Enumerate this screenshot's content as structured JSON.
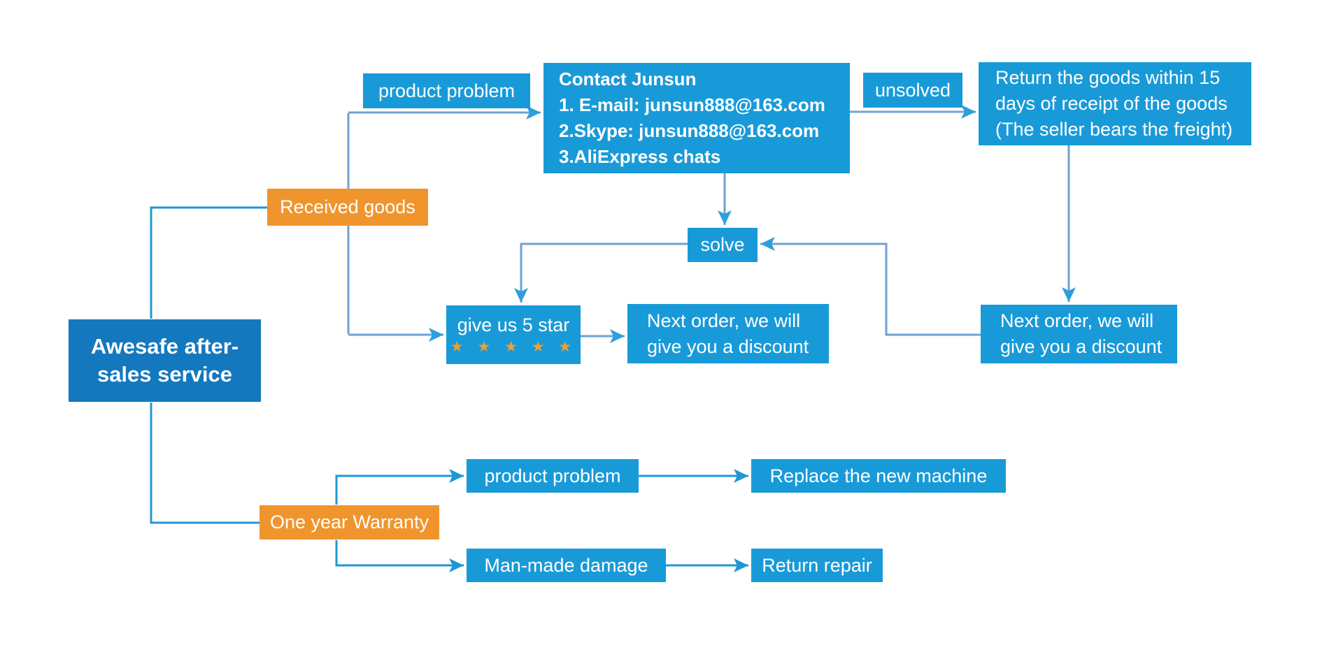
{
  "colors": {
    "canvas_background": "#FFFFFF",
    "box_blue": "#199AD8",
    "box_dark_blue": "#1478BE",
    "box_orange": "#F0952D",
    "connector_steel_blue": "#6FA1D4",
    "connector_bright_blue": "#1E97D7",
    "arrowhead_blue": "#2D9FDB",
    "star_orange": "#F59E2C",
    "text_white": "#FFFFFF"
  },
  "flowchart": {
    "root": {
      "line1": "Awesafe after-",
      "line2": "sales service"
    },
    "received_goods": {
      "label": "Received goods"
    },
    "product_problem_top": {
      "label": "product problem"
    },
    "contact": {
      "title": "Contact Junsun",
      "email": "1. E-mail: junsun888@163.com",
      "skype": "2.Skype: junsun888@163.com",
      "aliexpress": "3.AliExpress chats"
    },
    "unsolved": {
      "label": "unsolved"
    },
    "return_goods": {
      "line1": "Return the goods within 15",
      "line2": "days of receipt of the goods",
      "line3": "(The seller bears the freight)"
    },
    "solve": {
      "label": "solve"
    },
    "five_star": {
      "label": "give us 5 star",
      "stars": "★ ★ ★ ★ ★"
    },
    "discount_left": {
      "line1": "Next order, we will",
      "line2": "give you a discount"
    },
    "discount_right": {
      "line1": "Next order, we will",
      "line2": "give you a discount"
    },
    "warranty": {
      "label": "One year Warranty"
    },
    "product_problem_bottom": {
      "label": "product problem"
    },
    "replace_machine": {
      "label": "Replace the new machine"
    },
    "man_made_damage": {
      "label": "Man-made damage"
    },
    "return_repair": {
      "label": "Return repair"
    }
  }
}
